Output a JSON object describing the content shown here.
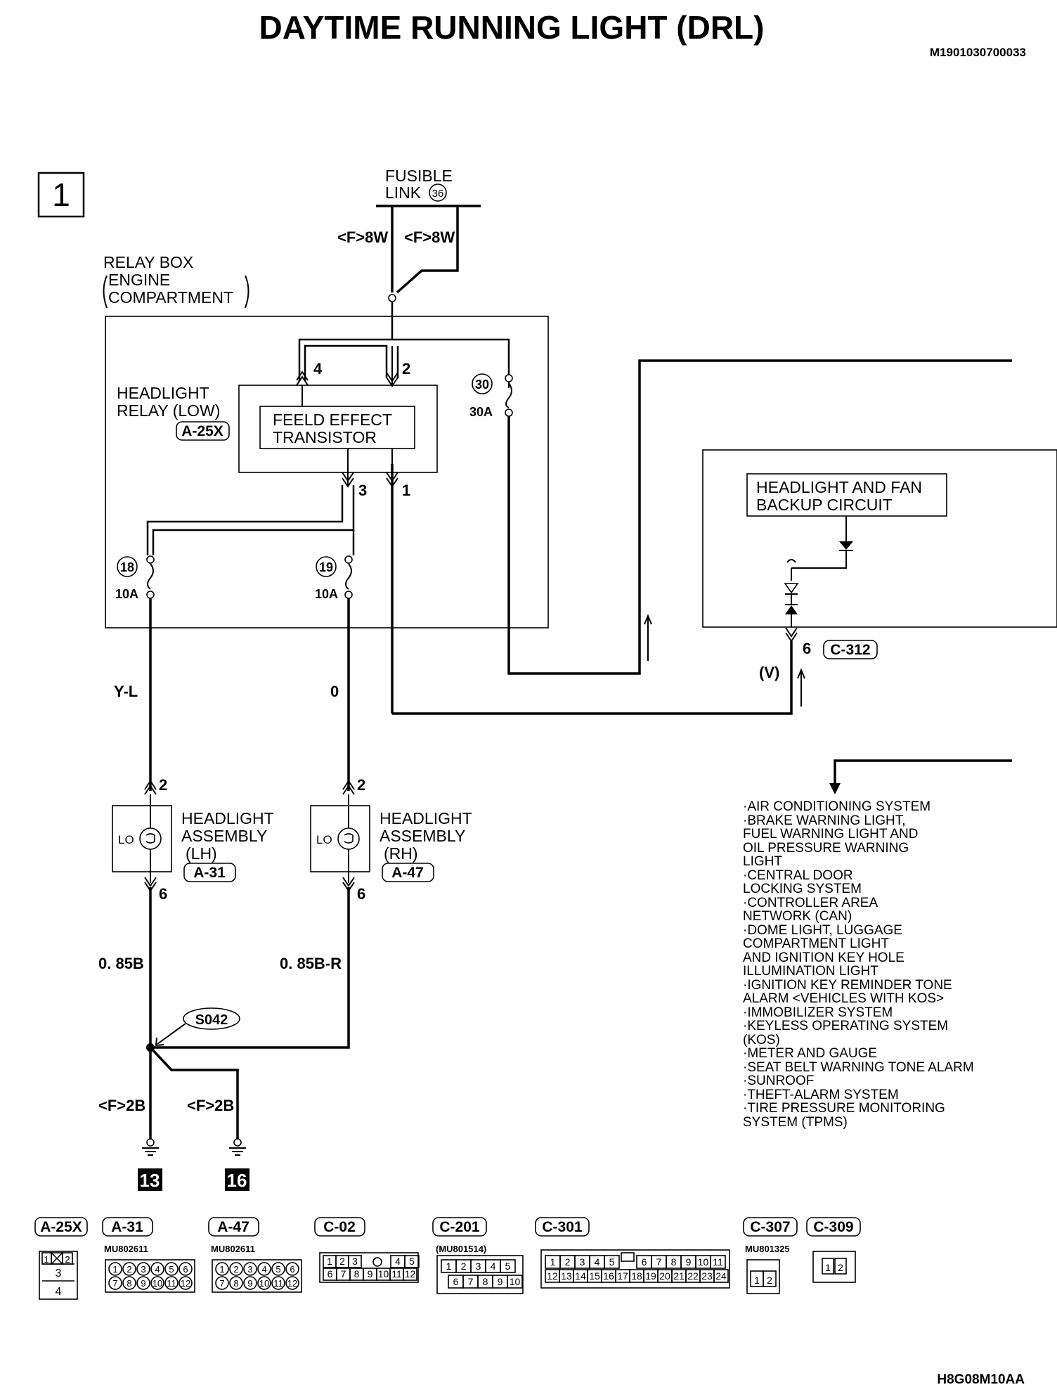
{
  "page": {
    "title": "DAYTIME RUNNING LIGHT (DRL)",
    "doc_id": "M1901030700033",
    "footer_code": "H8G08M10AA",
    "section_number": "1"
  },
  "power": {
    "fusible_link_line1": "FUSIBLE",
    "fusible_link_line2": "LINK",
    "fusible_link_number": "36",
    "wire_left": "<F>8W",
    "wire_right": "<F>8W"
  },
  "relay_box": {
    "line1": "RELAY BOX",
    "line2": "ENGINE",
    "line3": "COMPARTMENT"
  },
  "headlight_relay": {
    "line1": "HEADLIGHT",
    "line2": "RELAY (LOW)",
    "connector": "A-25X",
    "transistor_line1": "FEELD EFFECT",
    "transistor_line2": "TRANSISTOR",
    "pin_4": "4",
    "pin_2": "2",
    "pin_3": "3",
    "pin_1": "1"
  },
  "fuses": [
    {
      "number": "30",
      "rating": "30A"
    },
    {
      "number": "18",
      "rating": "10A"
    },
    {
      "number": "19",
      "rating": "10A"
    }
  ],
  "backup_circuit": {
    "line1": "HEADLIGHT AND FAN",
    "line2": "BACKUP CIRCUIT",
    "pin": "6",
    "connector": "C-312",
    "wire_color": "(V)"
  },
  "wires": {
    "lh_top": "Y-L",
    "rh_top": "0",
    "lh_bottom": "0. 85B",
    "rh_bottom": "0. 85B-R",
    "ground_left": "<F>2B",
    "ground_right": "<F>2B"
  },
  "headlights": [
    {
      "line1": "HEADLIGHT",
      "line2": "ASSEMBLY",
      "side": "(LH)",
      "connector": "A-31",
      "lamp": "LO",
      "pin_top": "2",
      "pin_bottom": "6"
    },
    {
      "line1": "HEADLIGHT",
      "line2": "ASSEMBLY",
      "side": "(RH)",
      "connector": "A-47",
      "lamp": "LO",
      "pin_top": "2",
      "pin_bottom": "6"
    }
  ],
  "splice": "S042",
  "grounds": [
    "13",
    "16"
  ],
  "systems_list": [
    "·AIR CONDITIONING SYSTEM",
    "·BRAKE WARNING LIGHT,",
    " FUEL WARNING LIGHT AND",
    " OIL PRESSURE WARNING",
    " LIGHT",
    "·CENTRAL DOOR",
    " LOCKING SYSTEM",
    "·CONTROLLER AREA",
    " NETWORK (CAN)",
    "·DOME LIGHT, LUGGAGE",
    " COMPARTMENT LIGHT",
    " AND IGNITION KEY HOLE",
    " ILLUMINATION LIGHT",
    "·IGNITION KEY REMINDER TONE",
    " ALARM <VEHICLES  WITH KOS>",
    "·IMMOBILIZER SYSTEM",
    "·KEYLESS OPERATING SYSTEM",
    " (KOS)",
    "·METER AND GAUGE",
    "·SEAT BELT WARNING TONE ALARM",
    "·SUNROOF",
    "·THEFT-ALARM SYSTEM",
    "·TIRE PRESSURE MONITORING",
    " SYSTEM (TPMS)"
  ],
  "connectors": [
    {
      "label": "A-25X",
      "part": "",
      "pins": [
        "1",
        "2",
        "3",
        "4"
      ]
    },
    {
      "label": "A-31",
      "part": "MU802611",
      "pins": [
        "1",
        "2",
        "3",
        "4",
        "5",
        "6",
        "7",
        "8",
        "9",
        "10",
        "11",
        "12"
      ]
    },
    {
      "label": "A-47",
      "part": "MU802611",
      "pins": [
        "1",
        "2",
        "3",
        "4",
        "5",
        "6",
        "7",
        "8",
        "9",
        "10",
        "11",
        "12"
      ]
    },
    {
      "label": "C-02",
      "part": "",
      "pins": [
        "1",
        "2",
        "3",
        "4",
        "5",
        "6",
        "7",
        "8",
        "9",
        "10",
        "11",
        "12"
      ]
    },
    {
      "label": "C-201",
      "part": "(MU801514)",
      "pins": [
        "1",
        "2",
        "3",
        "4",
        "5",
        "6",
        "7",
        "8",
        "9",
        "10"
      ]
    },
    {
      "label": "C-301",
      "part": "",
      "pins": [
        "1",
        "2",
        "3",
        "4",
        "5",
        "6",
        "7",
        "8",
        "9",
        "10",
        "11",
        "12",
        "13",
        "14",
        "15",
        "16",
        "17",
        "18",
        "19",
        "20",
        "21",
        "22",
        "23",
        "24"
      ]
    },
    {
      "label": "C-307",
      "part": "MU801325",
      "pins": [
        "1",
        "2"
      ]
    },
    {
      "label": "C-309",
      "part": "",
      "pins": [
        "1",
        "2"
      ]
    }
  ]
}
